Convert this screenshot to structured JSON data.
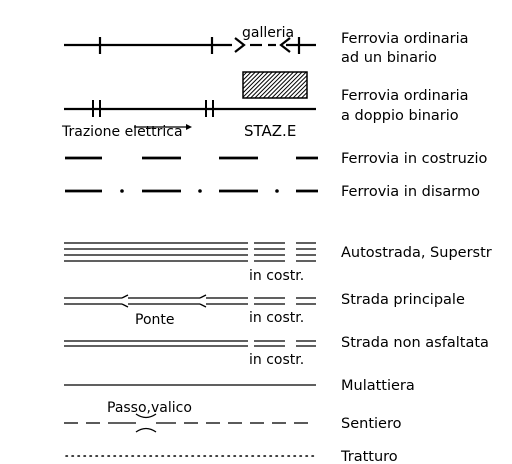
{
  "legend": {
    "items": [
      {
        "id": "railway-single",
        "label_lines": [
          "Ferrovia ordinaria",
          "ad un binario"
        ]
      },
      {
        "id": "railway-double",
        "label_lines": [
          "Ferrovia ordinaria",
          "a doppio binario"
        ]
      },
      {
        "id": "railway-construction",
        "label_lines": [
          "Ferrovia in costruzio"
        ]
      },
      {
        "id": "railway-disused",
        "label_lines": [
          "Ferrovia in disarmo"
        ]
      },
      {
        "id": "motorway",
        "label_lines": [
          "Autostrada, Superstr"
        ]
      },
      {
        "id": "main-road",
        "label_lines": [
          "Strada principale"
        ]
      },
      {
        "id": "unpaved-road",
        "label_lines": [
          "Strada non asfaltata"
        ]
      },
      {
        "id": "mule-track",
        "label_lines": [
          "Mulattiera"
        ]
      },
      {
        "id": "footpath",
        "label_lines": [
          "Sentiero"
        ]
      },
      {
        "id": "cattle-track",
        "label_lines": [
          "Tratturo"
        ]
      }
    ],
    "annotations": {
      "galleria": "galleria",
      "trazione": "Trazione elettrica",
      "stazione": "STAZ.E",
      "in_costr": "in costr.",
      "ponte": "Ponte",
      "passo": "Passo,valico"
    }
  }
}
